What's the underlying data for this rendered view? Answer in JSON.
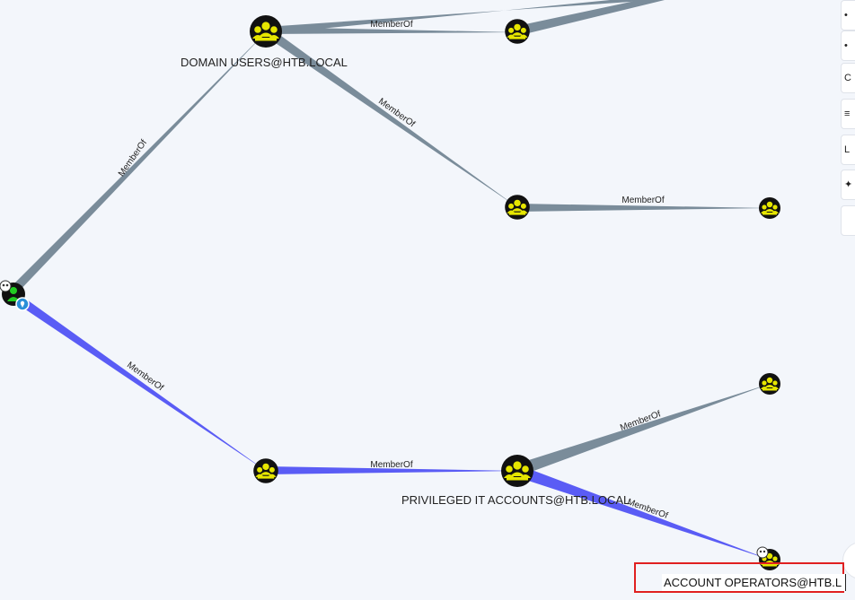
{
  "edge_label": "MemberOf",
  "labels": {
    "domain_users": "DOMAIN USERS@HTB.LOCAL",
    "privileged_it": "PRIVILEGED IT ACCOUNTS@HTB.LOCAL",
    "account_operators": "ACCOUNT OPERATORS@HTB.L"
  },
  "colors": {
    "background": "#f3f6fb",
    "edge_default": "#7a8c9a",
    "edge_path": "#5a5cf5",
    "node_fill": "#111111",
    "node_icon": "#e6e600",
    "user_icon": "#22cc22",
    "highlight": "#e02020"
  },
  "icons": {
    "group": "group-icon",
    "user": "user-icon",
    "skull": "skull-icon",
    "owned_marker": "location-pin-icon"
  },
  "toolbar_glyphs": [
    "•",
    "•",
    "C",
    "≡",
    "L",
    "✦",
    ""
  ]
}
